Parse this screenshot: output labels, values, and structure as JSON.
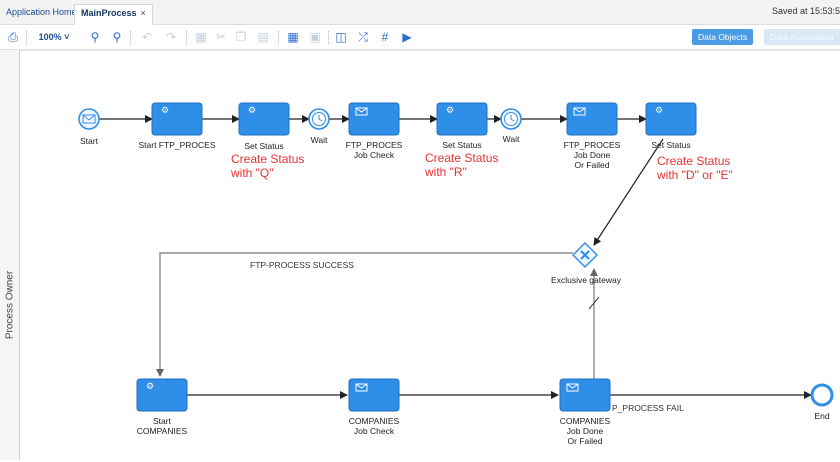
{
  "tabs": {
    "home": "Application Home",
    "active": "MainProcess",
    "close": "×"
  },
  "saved_status": "Saved at 15:53:5",
  "toolbar": {
    "zoom": "100% ˅",
    "data_objects": "Data Objects",
    "data_association": "Data Association"
  },
  "lane": {
    "label": "Process Owner"
  },
  "nodes": {
    "start": "Start",
    "start_ftp": "Start FTP_PROCES",
    "set_status_1": "Set Status",
    "wait_1": "Wait",
    "ftp_job_check_1": "FTP_PROCES",
    "ftp_job_check_2": "Job Check",
    "set_status_2": "Set Status",
    "wait_2": "Wait",
    "ftp_done_1": "FTP_PROCES",
    "ftp_done_2": "Job Done",
    "ftp_done_3": "Or Failed",
    "set_status_3": "Set Status",
    "gateway": "Exclusive gateway",
    "start_companies_1": "Start",
    "start_companies_2": "COMPANIES",
    "companies_check_1": "COMPANIES",
    "companies_check_2": "Job Check",
    "companies_done_1": "COMPANIES",
    "companies_done_2": "Job Done",
    "companies_done_3": "Or Failed",
    "end": "End"
  },
  "notes": {
    "q_1": "Create Status",
    "q_2": "with \"Q\"",
    "r_1": "Create Status",
    "r_2": "with \"R\"",
    "de_1": "Create Status",
    "de_2": "with \"D\" or \"E\""
  },
  "flows": {
    "success": "FTP-PROCESS SUCCESS",
    "fail": "P_PROCESS FAIL"
  },
  "colors": {
    "task": "#2f8fe8",
    "task_border": "#1f6fc2",
    "note": "#e53333",
    "accent": "#4a9be6"
  }
}
